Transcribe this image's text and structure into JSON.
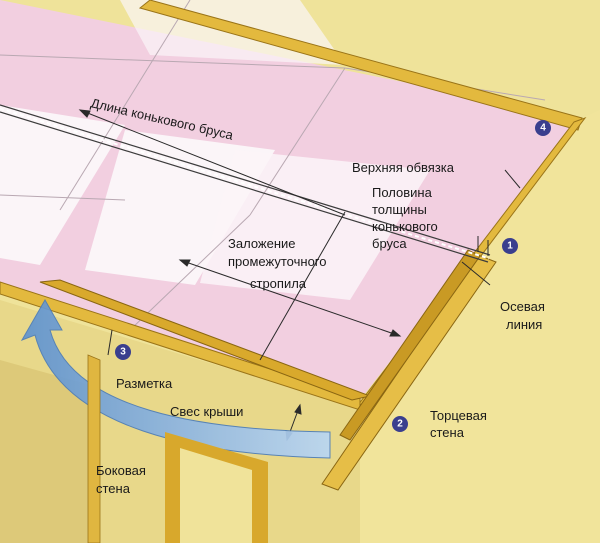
{
  "labels": {
    "ridge_length": "Длина конькового бруса",
    "top_plate": "Верхняя обвязка",
    "half_ridge_1": "Половина",
    "half_ridge_2": "толщины",
    "half_ridge_3": "конькового",
    "half_ridge_4": "бруса",
    "run_1": "Заложение",
    "run_2": "промежуточного",
    "run_3": "стропила",
    "axis_1": "Осевая",
    "axis_2": "линия",
    "marking": "Разметка",
    "overhang": "Свес крыши",
    "end_wall_1": "Торцевая",
    "end_wall_2": "стена",
    "side_wall_1": "Боковая",
    "side_wall_2": "стена"
  },
  "markers": [
    "1",
    "2",
    "3",
    "4"
  ],
  "colors": {
    "wall": "#efe39a",
    "wall_shadow": "#ddc979",
    "ceiling_pink": "#f2cfe0",
    "ceiling_white": "#fbf5f8",
    "plate_wood": "#e3b93e",
    "plate_edge": "#9a7418",
    "arrow_blue": "#9cc3ec",
    "marker": "#3a3f8e",
    "ridge_line": "#3c3c3c"
  }
}
